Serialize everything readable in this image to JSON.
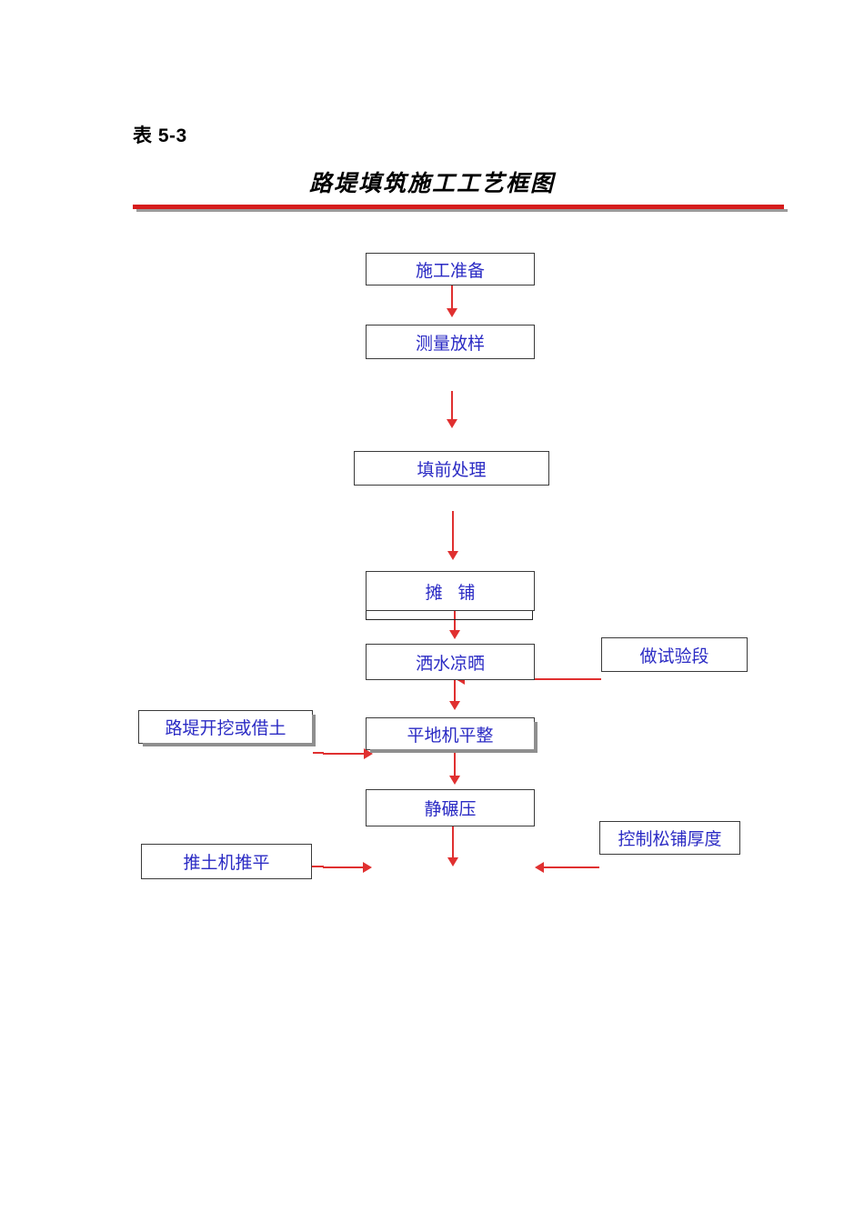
{
  "header": {
    "table_number": "表 5-3",
    "title": "路堤填筑施工工艺框图",
    "rule_color": "#d61c1c"
  },
  "theme": {
    "box_text_color": "#2b2bc4",
    "box_border_color": "#3a3a3a",
    "arrow_color": "#e03030",
    "page_background": "#ffffff"
  },
  "flow": {
    "main_steps": [
      {
        "id": "prep",
        "label": "施工准备"
      },
      {
        "id": "survey",
        "label": "测量放样"
      },
      {
        "id": "pretreat",
        "label": "填前处理"
      },
      {
        "id": "spread",
        "label": "摊 铺"
      },
      {
        "id": "water",
        "label": "洒水凉晒"
      },
      {
        "id": "grader",
        "label": "平地机平整"
      },
      {
        "id": "static",
        "label": "静碾压"
      }
    ],
    "side_notes": [
      {
        "id": "trial-section",
        "label": "做试验段",
        "side": "right"
      },
      {
        "id": "excavate-borrow",
        "label": "路堤开挖或借土",
        "side": "left"
      },
      {
        "id": "bulldozer",
        "label": "推土机推平",
        "side": "left"
      },
      {
        "id": "loose-thickness",
        "label": "控制松铺厚度",
        "side": "right"
      }
    ]
  }
}
